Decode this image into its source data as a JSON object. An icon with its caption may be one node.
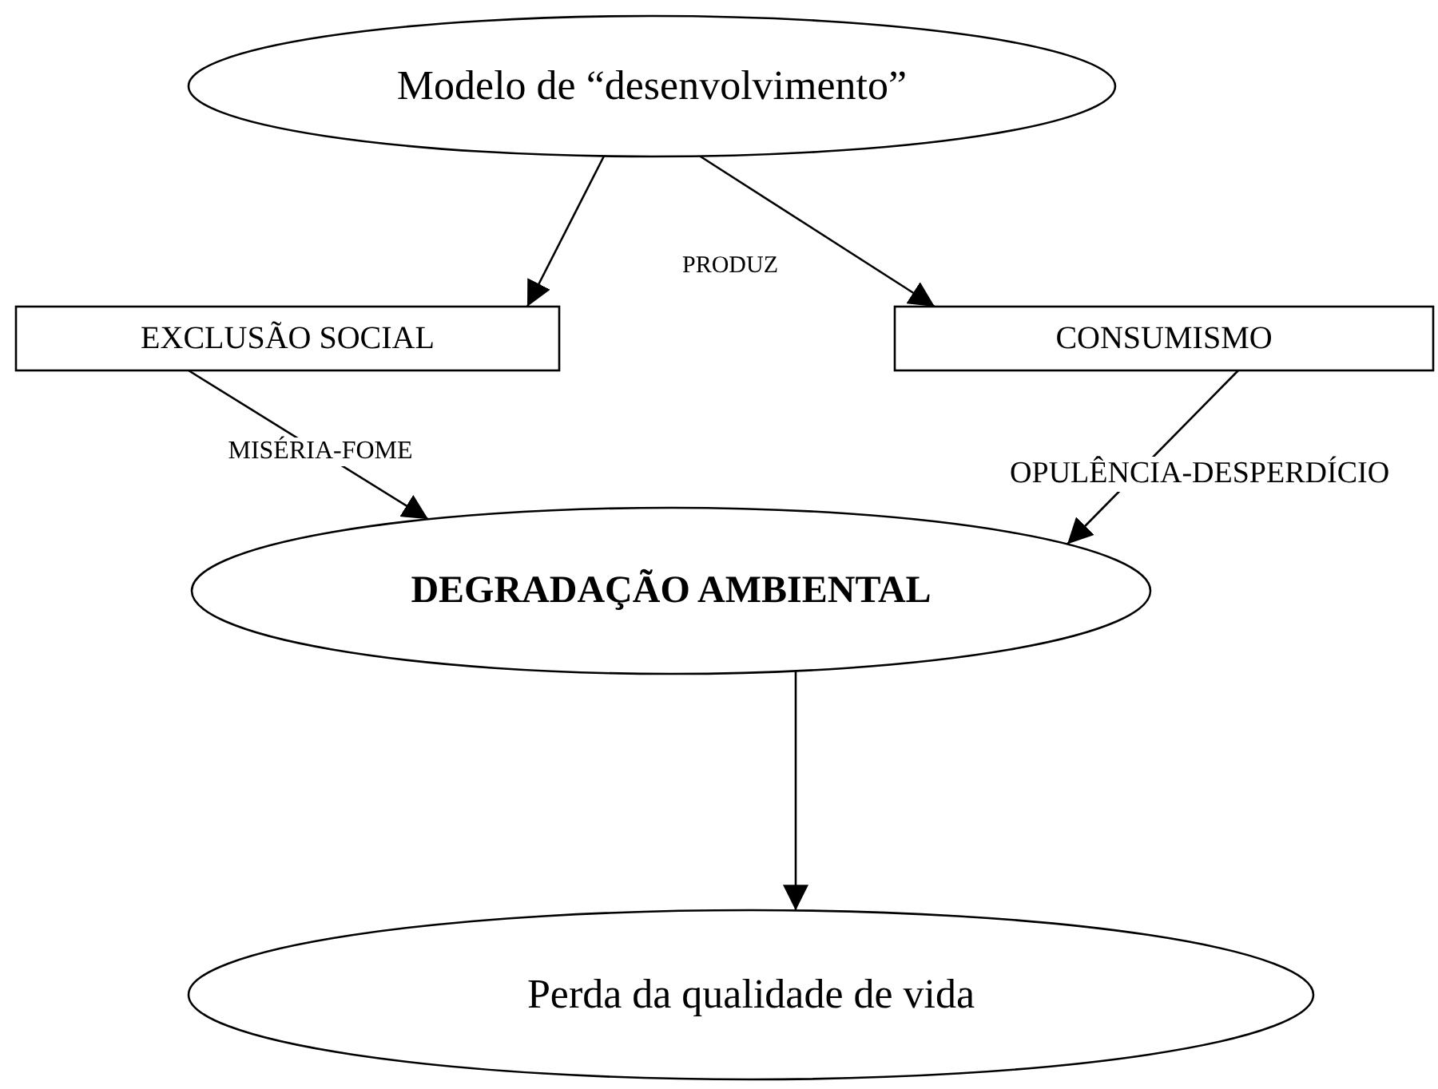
{
  "diagram": {
    "nodes": [
      {
        "text": [
          "Modelo de “desenvolvimento”"
        ]
      },
      {
        "text": [
          "EXCLUSÃO SOCIAL"
        ]
      },
      {
        "text": [
          "CONSUMISMO"
        ]
      },
      {
        "text": [
          "DEGRADAÇÃO AMBIENTAL"
        ]
      },
      {
        "text": [
          "Perda da qualidade de vida"
        ]
      }
    ],
    "edges": [
      {
        "from": 0,
        "to": 1,
        "arrow": "to"
      },
      {
        "from": 0,
        "to": 2,
        "arrow": "to"
      },
      {
        "from": 1,
        "to": 3,
        "arrow": "to",
        "label": "MISÉRIA-FOME"
      },
      {
        "from": 2,
        "to": 3,
        "arrow": "to",
        "label": "OPULÊNCIA-DESPERDÍCIO"
      },
      {
        "from": 3,
        "to": 4,
        "arrow": "to"
      }
    ],
    "labels": [
      "PRODUZ"
    ]
  }
}
